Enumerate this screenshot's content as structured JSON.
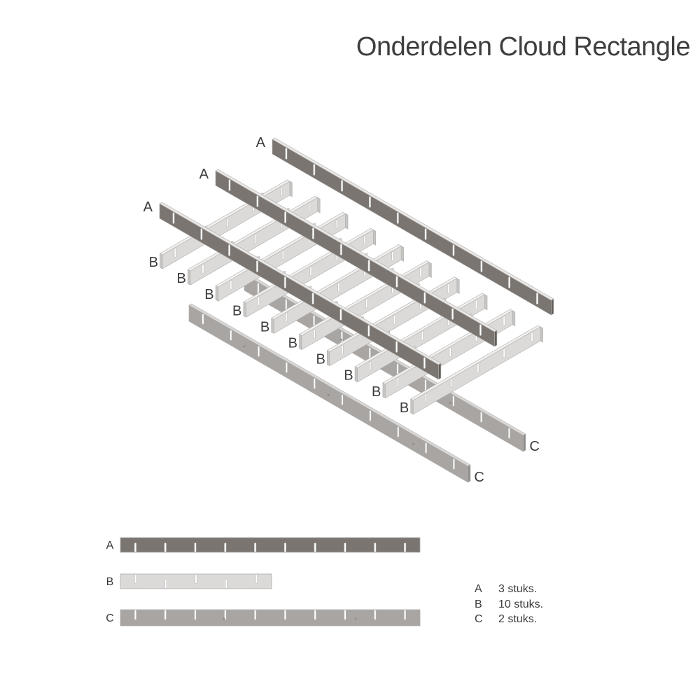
{
  "title": "Onderdelen Cloud Rectangle",
  "legend": {
    "rows": [
      {
        "part": "A",
        "qty": "3 stuks."
      },
      {
        "part": "B",
        "qty": "10 stuks."
      },
      {
        "part": "C",
        "qty": "2 stuks."
      }
    ]
  },
  "diagram": {
    "beam_labels": [
      "A",
      "A",
      "A"
    ],
    "slat_labels": [
      "B",
      "B",
      "B",
      "B",
      "B",
      "B",
      "B",
      "B",
      "B",
      "B"
    ],
    "rail_labels": [
      "C",
      "C"
    ]
  },
  "parts_overview": {
    "items": [
      {
        "label": "A"
      },
      {
        "label": "B"
      },
      {
        "label": "C"
      }
    ]
  },
  "colors": {
    "part_a_face": "#7a7570",
    "part_a_top": "#eae8e6",
    "part_a_cap": "#645f5b",
    "part_b_face": "#dcdad8",
    "part_b_top": "#f2f0ee",
    "part_b_cap": "#c7c5c3",
    "part_c_face": "#a8a5a2",
    "part_c_top": "#dad8d6",
    "part_c_cap": "#908d8a",
    "notch": "#ffffff",
    "outline": "#b0aeac",
    "label": "#3b3b3b",
    "hole": "#8b8886"
  }
}
